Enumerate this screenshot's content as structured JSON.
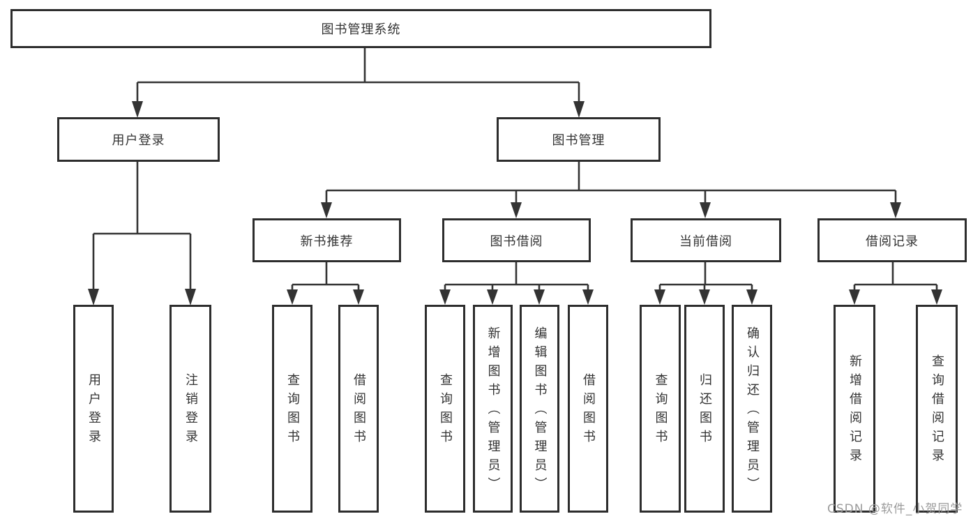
{
  "colors": {
    "line": "#333333",
    "box_border": "#2d2d2d",
    "text": "#333333",
    "watermark_text": "#9b9b9b",
    "background": "#ffffff"
  },
  "watermark": "CSDN @软件_小贺同学",
  "tree": {
    "root": "图书管理系统",
    "level2": [
      {
        "label": "用户登录",
        "children": [
          "用户登录",
          "注销登录"
        ]
      },
      {
        "label": "图书管理",
        "sections": [
          {
            "label": "新书推荐",
            "children": [
              "查询图书",
              "借阅图书"
            ]
          },
          {
            "label": "图书借阅",
            "children": [
              "查询图书",
              "新增图书（管理员）",
              "编辑图书（管理员）",
              "借阅图书"
            ]
          },
          {
            "label": "当前借阅",
            "children": [
              "查询图书",
              "归还图书",
              "确认归还（管理员）"
            ]
          },
          {
            "label": "借阅记录",
            "children": [
              "新增借阅记录",
              "查询借阅记录"
            ]
          }
        ]
      }
    ]
  }
}
